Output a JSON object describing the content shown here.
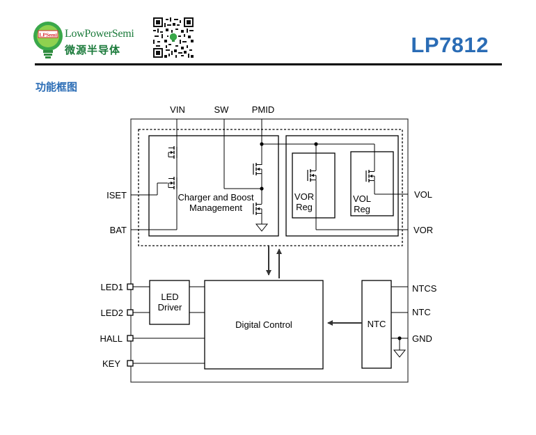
{
  "header": {
    "logo_badge": "LPSemi",
    "logo_name_en": "LowPowerSemi",
    "logo_name_cn": "微源半导体",
    "part_number": "LP7812",
    "section_title": "功能框图"
  },
  "diagram": {
    "pins_top": [
      "VIN",
      "SW",
      "PMID"
    ],
    "pins_left": [
      "ISET",
      "BAT",
      "LED1",
      "LED2",
      "HALL",
      "KEY"
    ],
    "pins_right": [
      "VOL",
      "VOR",
      "NTCS",
      "NTC",
      "GND"
    ],
    "blocks": {
      "charger_line1": "Charger and Boost",
      "charger_line2": "Management",
      "vor_line1": "VOR",
      "vor_line2": "Reg",
      "vol_line1": "VOL",
      "vol_line2": "Reg",
      "led_line1": "LED",
      "led_line2": "Driver",
      "digital": "Digital Control",
      "ntc": "NTC"
    }
  }
}
